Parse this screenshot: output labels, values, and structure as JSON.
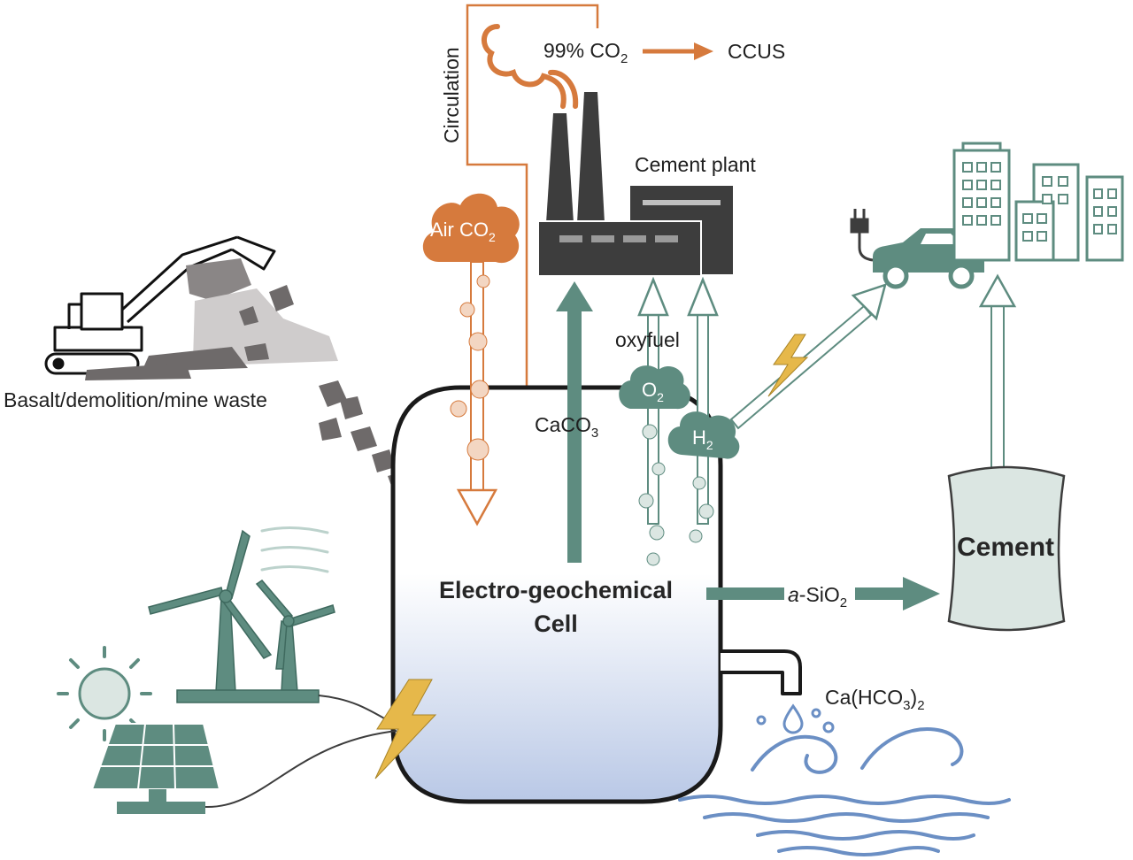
{
  "labels": {
    "co2_percent": "99% CO",
    "co2_sub": "2",
    "ccus": "CCUS",
    "circulation": "Circulation",
    "cement_plant": "Cement plant",
    "air_co2": "Air CO",
    "air_co2_sub": "2",
    "waste": "Basalt/demolition/mine waste",
    "oxyfuel": "oxyfuel",
    "o2": "O",
    "o2_sub": "2",
    "h2": "H",
    "h2_sub": "2",
    "caco3": "CaCO",
    "caco3_sub": "3",
    "cell_line1": "Electro-geochemical",
    "cell_line2": "Cell",
    "sio2_prefix": "a",
    "sio2_main": "-SiO",
    "sio2_sub": "2",
    "cement_bag": "Cement",
    "bicarbonate_main": "Ca(HCO",
    "bicarbonate_sub": "3",
    "bicarbonate_close": ")",
    "bicarbonate_sub2": "2"
  },
  "colors": {
    "teal": "#5e8c80",
    "teal_light": "#dbe6e2",
    "orange": "#d67a3d",
    "orange_light": "#f3d6c2",
    "plant": "#3d3d3d",
    "water": "#6b8fc4",
    "bolt": "#e6b84a",
    "rock": "#6e6a6a"
  },
  "icons": [
    "excavator-icon",
    "smokestack-icon",
    "factory-icon",
    "car-icon",
    "plug-icon",
    "city-buildings-icon",
    "cement-bag-icon",
    "wind-turbine-icon",
    "sun-icon",
    "solar-panel-icon",
    "lightning-bolt-icon",
    "faucet-icon",
    "water-wave-icon",
    "water-drop-icon"
  ]
}
